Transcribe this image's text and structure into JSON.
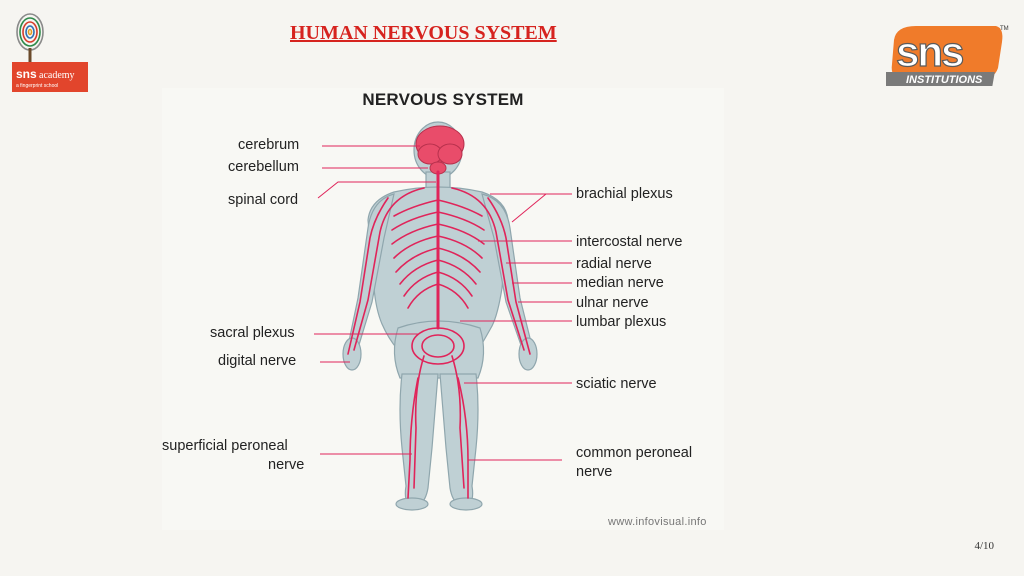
{
  "slide": {
    "title": "HUMAN NERVOUS SYSTEM",
    "page_number": "4/10"
  },
  "logos": {
    "left": {
      "brand": "sns",
      "name": "academy",
      "tagline": "a fingerprint school"
    },
    "right": {
      "brand": "sns",
      "name": "INSTITUTIONS",
      "mark": "TM"
    }
  },
  "diagram": {
    "heading": "NERVOUS SYSTEM",
    "credit": "www.infovisual.info",
    "labels_left": [
      {
        "text": "cerebrum"
      },
      {
        "text": "cerebellum"
      },
      {
        "text": "spinal cord"
      },
      {
        "text": "sacral plexus"
      },
      {
        "text": "digital nerve"
      },
      {
        "text": "superficial peroneal"
      },
      {
        "text": "nerve"
      }
    ],
    "labels_right": [
      {
        "text": "brachial plexus"
      },
      {
        "text": "intercostal nerve"
      },
      {
        "text": "radial nerve"
      },
      {
        "text": "median nerve"
      },
      {
        "text": "ulnar nerve"
      },
      {
        "text": "lumbar plexus"
      },
      {
        "text": "sciatic nerve"
      },
      {
        "text": "common peroneal"
      },
      {
        "text": "nerve"
      }
    ],
    "colors": {
      "body_fill": "#bfd0d4",
      "nerve": "#e0245a",
      "brain": "#e94c6a",
      "leader_line": "#e0245a",
      "title_red": "#d6231f"
    }
  }
}
